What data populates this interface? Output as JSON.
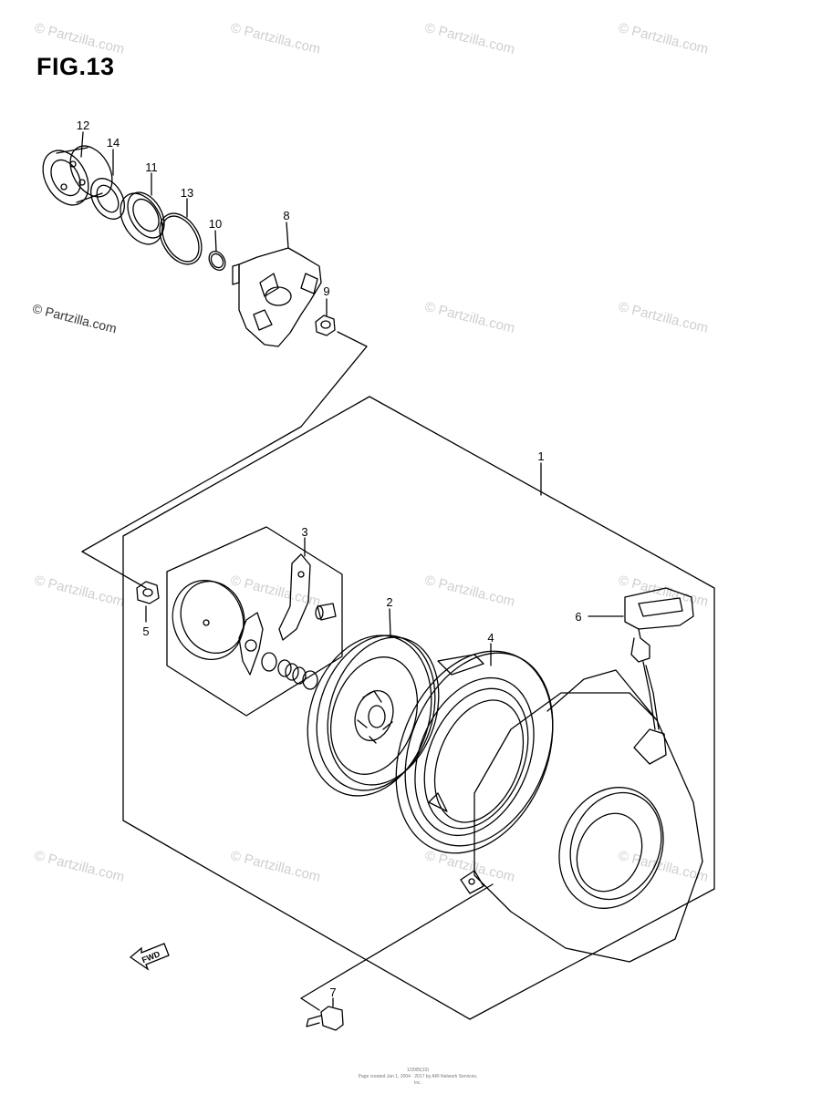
{
  "figure": {
    "title": "FIG.13",
    "copyright": "© Partzilla.com",
    "watermark": "© Partzilla.com",
    "footer_line1": "1/2005(10)",
    "footer_line2": "Page created Jan 1, 2004 · 2017 by ARI Network Services, Inc.",
    "fwd_label": "FWD"
  },
  "callouts": [
    {
      "id": "1",
      "label": "1"
    },
    {
      "id": "2",
      "label": "2"
    },
    {
      "id": "3",
      "label": "3"
    },
    {
      "id": "4",
      "label": "4"
    },
    {
      "id": "5",
      "label": "5"
    },
    {
      "id": "6",
      "label": "6"
    },
    {
      "id": "7",
      "label": "7"
    },
    {
      "id": "8",
      "label": "8"
    },
    {
      "id": "9",
      "label": "9"
    },
    {
      "id": "10",
      "label": "10"
    },
    {
      "id": "11",
      "label": "11"
    },
    {
      "id": "12",
      "label": "12"
    },
    {
      "id": "13",
      "label": "13"
    },
    {
      "id": "14",
      "label": "14"
    }
  ]
}
